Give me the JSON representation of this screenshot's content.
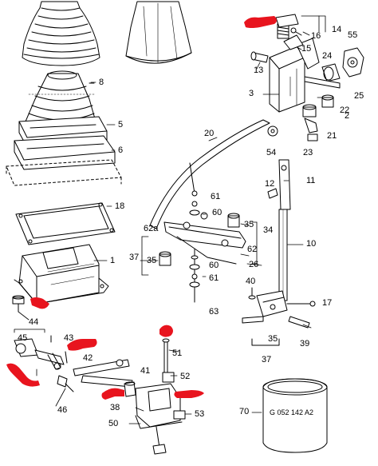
{
  "diagram": {
    "colors": {
      "ink": "#000000",
      "paper": "#ffffff",
      "marker": "#e8141e"
    },
    "callouts": [
      {
        "id": "c1",
        "text": "8"
      },
      {
        "id": "c2",
        "text": "5"
      },
      {
        "id": "c3",
        "text": "6"
      },
      {
        "id": "c4",
        "text": "18"
      },
      {
        "id": "c5",
        "text": "1"
      },
      {
        "id": "c6",
        "text": "44"
      },
      {
        "id": "c7",
        "text": "45"
      },
      {
        "id": "c8",
        "text": "43"
      },
      {
        "id": "c9",
        "text": "42"
      },
      {
        "id": "c10",
        "text": "46"
      },
      {
        "id": "c11",
        "text": "14"
      },
      {
        "id": "c12",
        "text": "16"
      },
      {
        "id": "c13",
        "text": "55"
      },
      {
        "id": "c14",
        "text": "15"
      },
      {
        "id": "c15",
        "text": "13"
      },
      {
        "id": "c16",
        "text": "24"
      },
      {
        "id": "c17",
        "text": "25"
      },
      {
        "id": "c18",
        "text": "3"
      },
      {
        "id": "c19",
        "text": "22"
      },
      {
        "id": "c20",
        "text": "2"
      },
      {
        "id": "c21",
        "text": "21"
      },
      {
        "id": "c22",
        "text": "20"
      },
      {
        "id": "c23",
        "text": "54"
      },
      {
        "id": "c24",
        "text": "23"
      },
      {
        "id": "c25",
        "text": "11"
      },
      {
        "id": "c26",
        "text": "12"
      },
      {
        "id": "c27",
        "text": "61"
      },
      {
        "id": "c28",
        "text": "60"
      },
      {
        "id": "c29",
        "text": "35"
      },
      {
        "id": "c30",
        "text": "62a"
      },
      {
        "id": "c31",
        "text": "34"
      },
      {
        "id": "c32",
        "text": "62"
      },
      {
        "id": "c33",
        "text": "37"
      },
      {
        "id": "c34",
        "text": "35"
      },
      {
        "id": "c35",
        "text": "26"
      },
      {
        "id": "c36",
        "text": "10"
      },
      {
        "id": "c37",
        "text": "60"
      },
      {
        "id": "c38",
        "text": "61"
      },
      {
        "id": "c39",
        "text": "40"
      },
      {
        "id": "c40",
        "text": "63"
      },
      {
        "id": "c41",
        "text": "17"
      },
      {
        "id": "c42",
        "text": "35"
      },
      {
        "id": "c43",
        "text": "39"
      },
      {
        "id": "c44",
        "text": "37"
      },
      {
        "id": "c45",
        "text": "51"
      },
      {
        "id": "c46",
        "text": "41"
      },
      {
        "id": "c47",
        "text": "52"
      },
      {
        "id": "c48",
        "text": "38"
      },
      {
        "id": "c49",
        "text": "53"
      },
      {
        "id": "c50",
        "text": "50"
      },
      {
        "id": "c51",
        "text": "70"
      }
    ],
    "part_stamp": "G 052 142 A2"
  }
}
